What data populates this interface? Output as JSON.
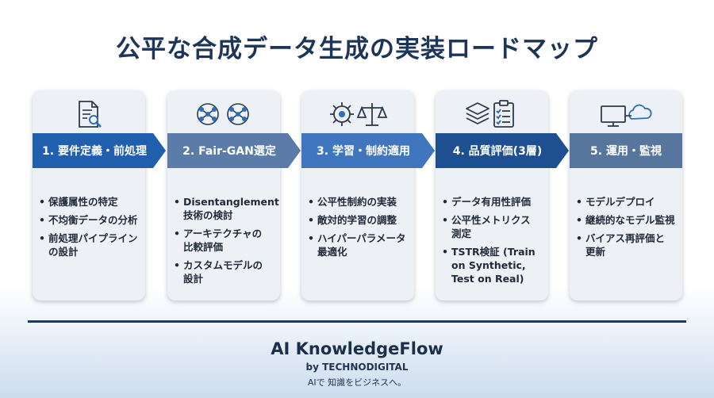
{
  "title": "公平な合成データ生成の実装ロードマップ",
  "colors": {
    "banner_step1": "#1f5fad",
    "banner_step2": "#5b7ca8",
    "banner_step3": "#3f76bd",
    "banner_step4": "#1d4f91",
    "banner_step5": "#56769e",
    "card_bg": "#edf0f4",
    "title": "#1c3558"
  },
  "steps": [
    {
      "label": "1. 要件定義・前処理",
      "icon": "document-search-icon",
      "bullets": [
        "保護属性の特定",
        "不均衡データの分析",
        "前処理パイプライン の設計"
      ]
    },
    {
      "label": "2. Fair-GAN選定",
      "icon": "neural-network-icon",
      "bullets": [
        "Disentanglement 技術の検討",
        "アーキテクチャの 比較評価",
        "カスタムモデルの 設計"
      ]
    },
    {
      "label": "3. 学習・制約適用",
      "icon": "gear-scale-icon",
      "bullets": [
        "公平性制約の実装",
        "敵対的学習の調整",
        "ハイパーパラメータ 最適化"
      ]
    },
    {
      "label": "4. 品質評価(3層)",
      "icon": "layers-checklist-icon",
      "bullets": [
        "データ有用性評価",
        "公平性メトリクス 測定",
        "TSTR検証 (Train on Synthetic, Test on Real)"
      ]
    },
    {
      "label": "5. 運用・監視",
      "icon": "monitor-cloud-icon",
      "bullets": [
        "モデルデプロイ",
        "継続的なモデル監視",
        "バイアス再評価と 更新"
      ]
    }
  ],
  "brand": {
    "name": "AI KnowledgeFlow",
    "byline": "by TECHNODIGITAL",
    "tagline": "AIで 知識をビジネスへ。"
  }
}
